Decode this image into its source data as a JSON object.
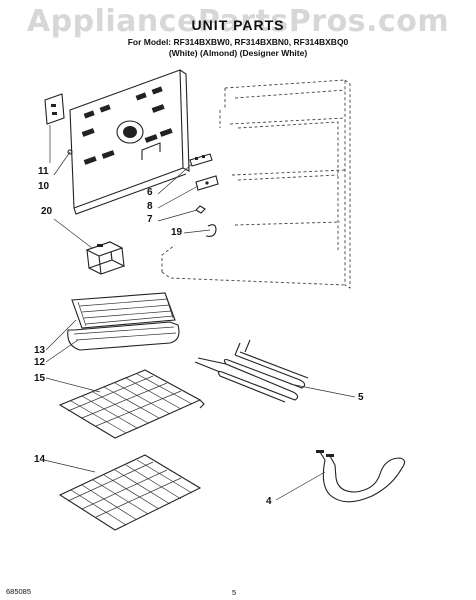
{
  "watermark": "AppliancePartsPros.com",
  "title": "UNIT PARTS",
  "subtitle_models": "For Model: RF314BXBW0, RF314BXBN0, RF314BXBQ0",
  "subtitle_colors": "(White) (Almond) (Designer White)",
  "callouts": {
    "c11": "11",
    "c10": "10",
    "c20": "20",
    "c6": "6",
    "c8": "8",
    "c7": "7",
    "c19": "19",
    "c13": "13",
    "c12": "12",
    "c15": "15",
    "c5": "5",
    "c14": "14",
    "c4": "4"
  },
  "footer": {
    "doc_number": "685085",
    "page_number": "5"
  }
}
